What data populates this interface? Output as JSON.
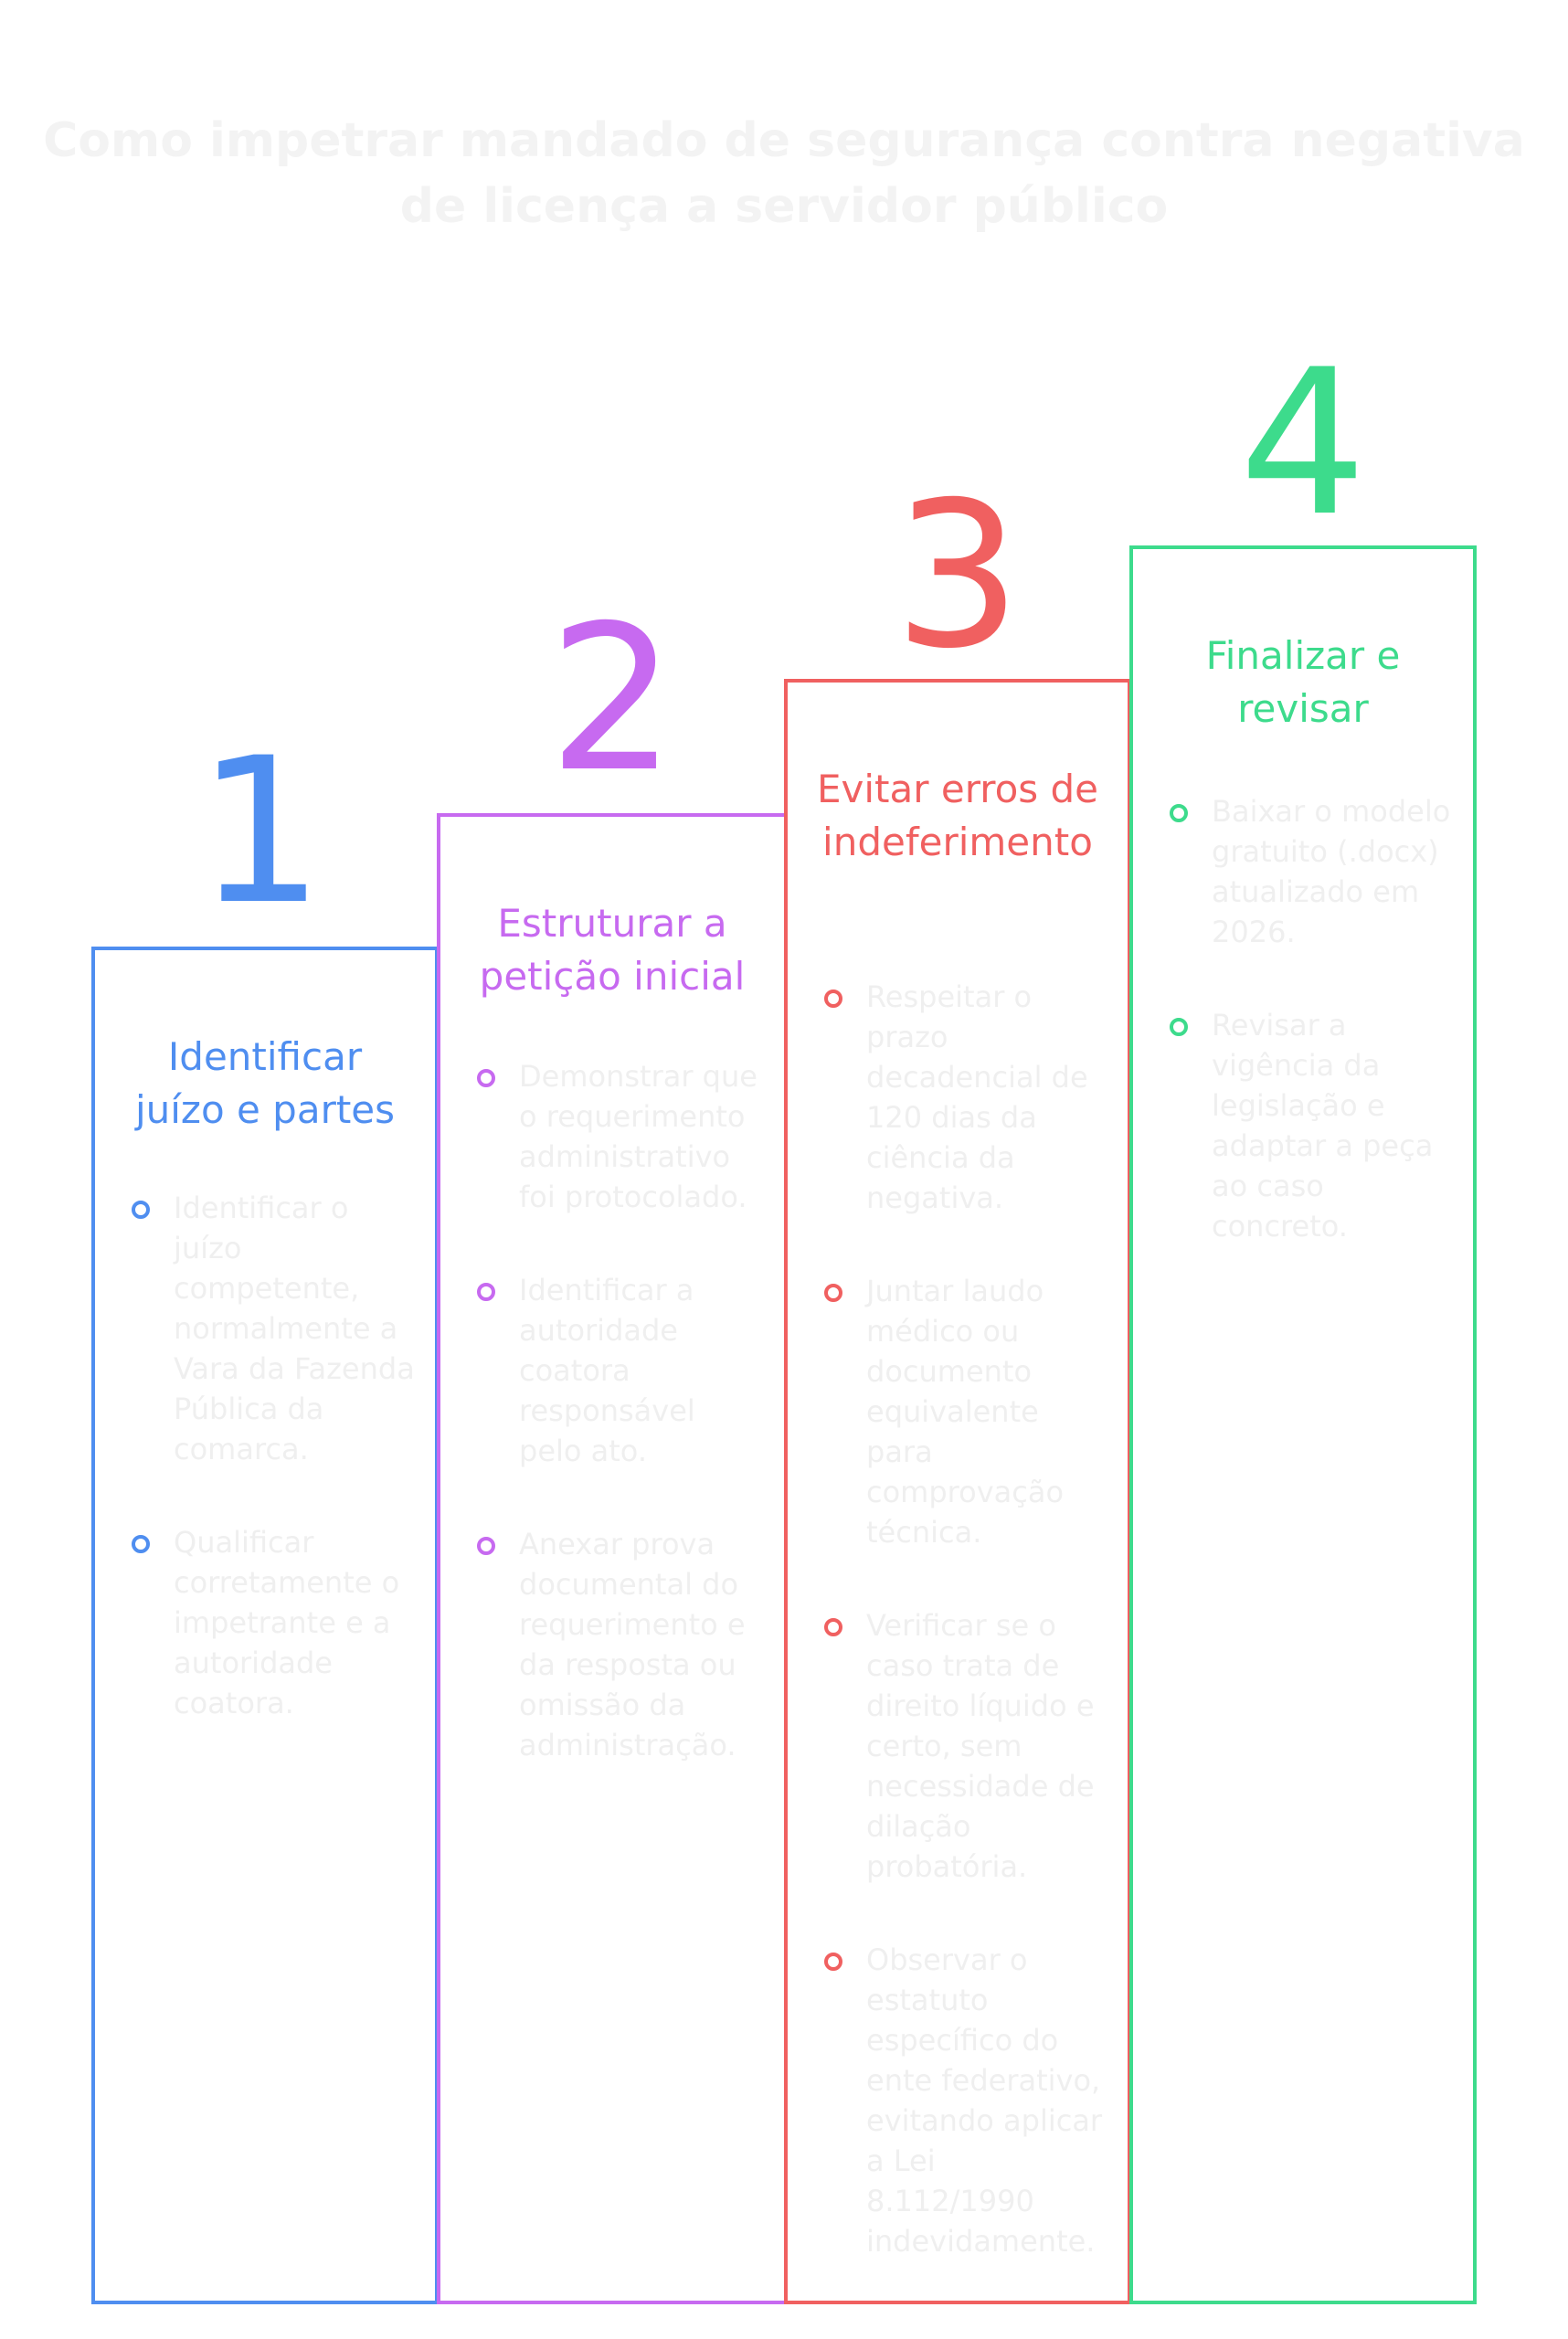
{
  "title": "Como impetrar mandado de segurança contra negativa de licença a servidor público",
  "colors": {
    "step1": "#4f8ef0",
    "step2": "#c76af0",
    "step3": "#f06060",
    "step4": "#3ddb8c",
    "bullet_text": "#efefef"
  },
  "steps": [
    {
      "number": "1",
      "heading": "Identificar juízo e partes",
      "bullets": [
        "Identificar o juízo competente, normalmente a Vara da Fazenda Pública da comarca.",
        "Qualificar corretamente o impetrante e a autoridade coatora."
      ]
    },
    {
      "number": "2",
      "heading": "Estruturar a petição inicial",
      "bullets": [
        "Demonstrar que o requerimento administrativo foi protocolado.",
        "Identificar a autoridade coatora responsável pelo ato.",
        "Anexar prova documental do requerimento e da resposta ou omissão da administração."
      ]
    },
    {
      "number": "3",
      "heading": "Evitar erros de indeferimento",
      "bullets": [
        "Respeitar o prazo decadencial de 120 dias da ciência da negativa.",
        "Juntar laudo médico ou documento equivalente para comprovação técnica.",
        "Verificar se o caso trata de direito líquido e certo, sem necessidade de dilação probatória.",
        "Observar o estatuto específico do ente federativo, evitando aplicar a Lei 8.112/1990 indevidamente."
      ]
    },
    {
      "number": "4",
      "heading": "Finalizar e revisar",
      "bullets": [
        "Baixar o modelo gratuito (.docx) atualizado em 2026.",
        "Revisar a vigência da legislação e adaptar a peça ao caso concreto."
      ]
    }
  ]
}
